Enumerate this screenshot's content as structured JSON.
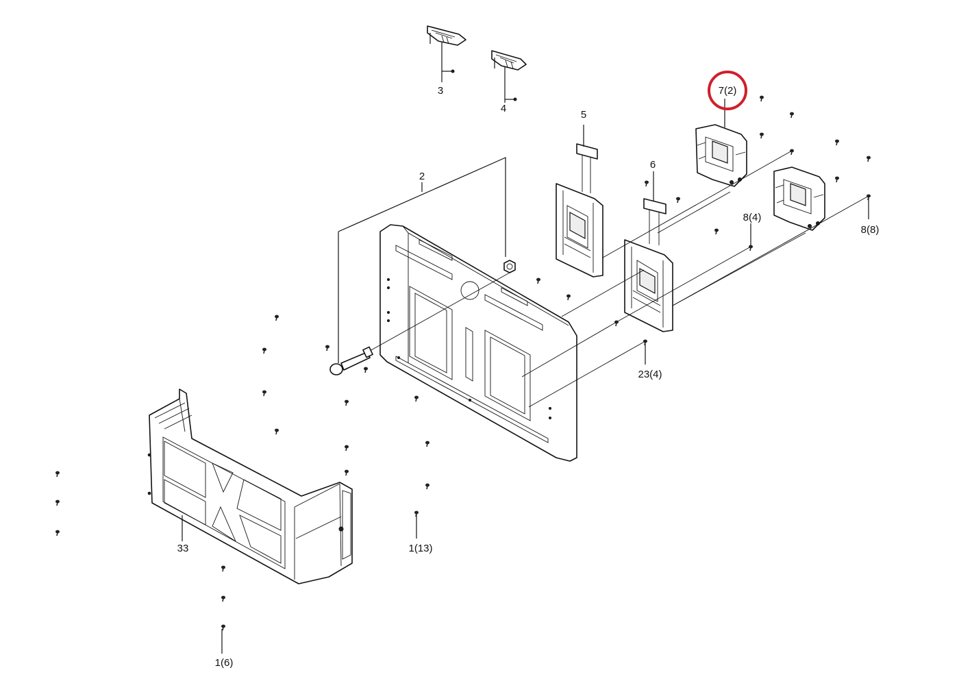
{
  "diagram": {
    "highlight_color": "#d0202c",
    "labels": {
      "p1_13": "1(13)",
      "p1_6": "1(6)",
      "p2": "2",
      "p3": "3",
      "p4": "4",
      "p5": "5",
      "p6": "6",
      "p7_2": "7(2)",
      "p8_4": "8(4)",
      "p8_8": "8(8)",
      "p23_4": "23(4)",
      "p33": "33"
    }
  }
}
